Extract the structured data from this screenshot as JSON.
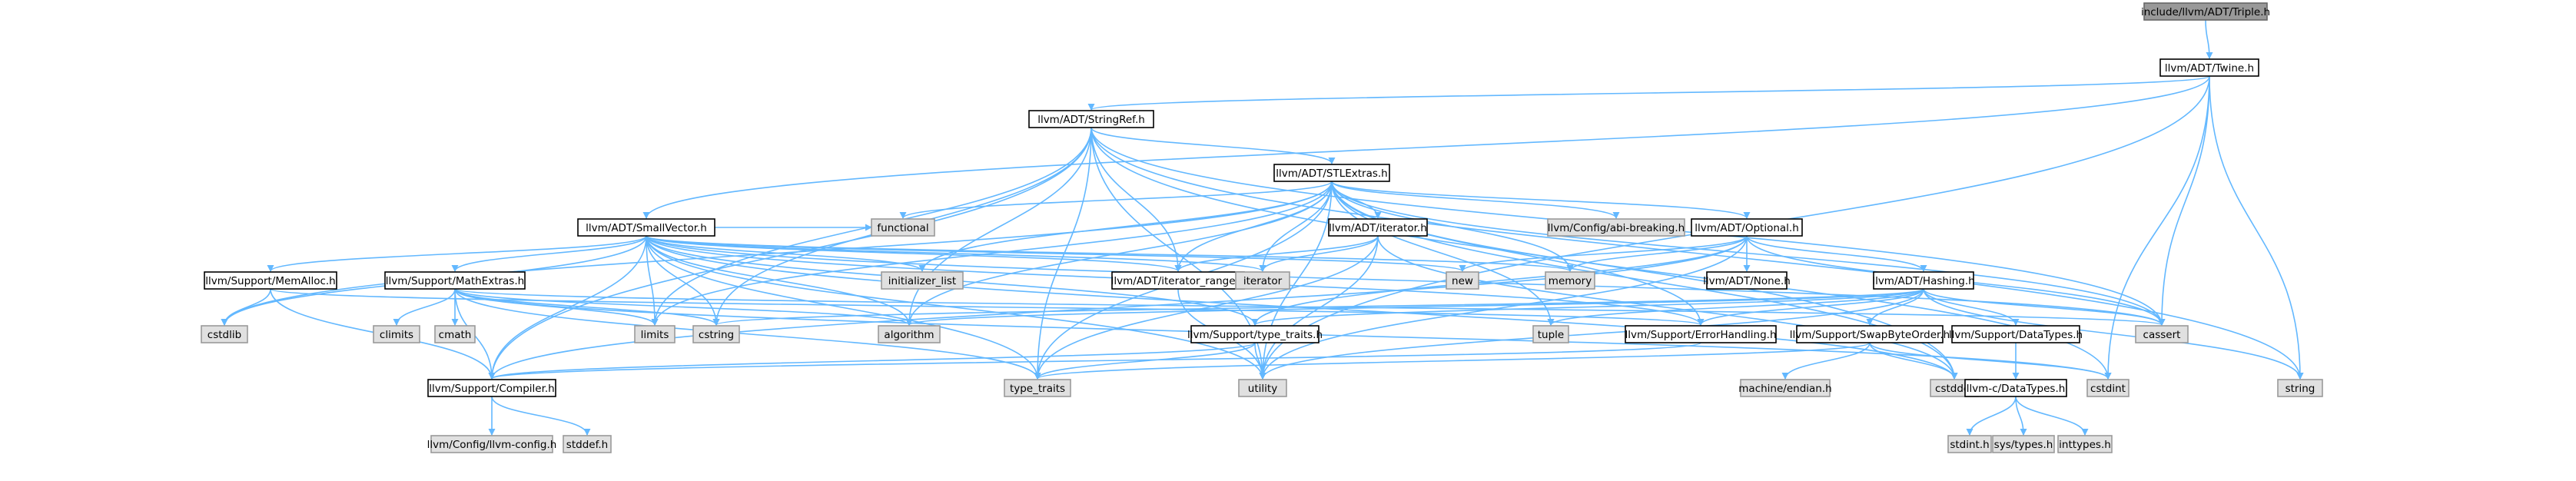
{
  "colors": {
    "edge": "#63b8ff",
    "box_stroke": "#000000",
    "box_fill": "#ffffff",
    "system_fill": "#e0e0e0",
    "system_stroke": "#999999",
    "root_fill": "#999999",
    "root_stroke": "#666666"
  },
  "nodes": [
    {
      "id": "triple",
      "label": "include/llvm/ADT/Triple.h",
      "kind": "root"
    },
    {
      "id": "twine",
      "label": "llvm/ADT/Twine.h",
      "kind": "project"
    },
    {
      "id": "stringref",
      "label": "llvm/ADT/StringRef.h",
      "kind": "project"
    },
    {
      "id": "stlextras",
      "label": "llvm/ADT/STLExtras.h",
      "kind": "project"
    },
    {
      "id": "smallvector",
      "label": "llvm/ADT/SmallVector.h",
      "kind": "project"
    },
    {
      "id": "iterator",
      "label": "llvm/ADT/iterator.h",
      "kind": "project"
    },
    {
      "id": "optional",
      "label": "llvm/ADT/Optional.h",
      "kind": "project"
    },
    {
      "id": "abibreaking",
      "label": "llvm/Config/abi-breaking.h",
      "kind": "system"
    },
    {
      "id": "functional",
      "label": "functional",
      "kind": "system"
    },
    {
      "id": "memalloc",
      "label": "llvm/Support/MemAlloc.h",
      "kind": "project"
    },
    {
      "id": "mathextras",
      "label": "llvm/Support/MathExtras.h",
      "kind": "project"
    },
    {
      "id": "initlist",
      "label": "initializer_list",
      "kind": "system"
    },
    {
      "id": "iterrange",
      "label": "llvm/ADT/iterator_range.h",
      "kind": "project"
    },
    {
      "id": "iteratorsys",
      "label": "iterator",
      "kind": "system"
    },
    {
      "id": "new",
      "label": "new",
      "kind": "system"
    },
    {
      "id": "memory",
      "label": "memory",
      "kind": "system"
    },
    {
      "id": "noneh",
      "label": "llvm/ADT/None.h",
      "kind": "project"
    },
    {
      "id": "hashing",
      "label": "llvm/ADT/Hashing.h",
      "kind": "project"
    },
    {
      "id": "cstdlib",
      "label": "cstdlib",
      "kind": "system"
    },
    {
      "id": "climits",
      "label": "climits",
      "kind": "system"
    },
    {
      "id": "cmath",
      "label": "cmath",
      "kind": "system"
    },
    {
      "id": "limits",
      "label": "limits",
      "kind": "system"
    },
    {
      "id": "cstring",
      "label": "cstring",
      "kind": "system"
    },
    {
      "id": "algorithm",
      "label": "algorithm",
      "kind": "system"
    },
    {
      "id": "typetraits",
      "label": "llvm/Support/type_traits.h",
      "kind": "project"
    },
    {
      "id": "tuple",
      "label": "tuple",
      "kind": "system"
    },
    {
      "id": "errorhandling",
      "label": "llvm/Support/ErrorHandling.h",
      "kind": "project"
    },
    {
      "id": "swapbyteorder",
      "label": "llvm/Support/SwapByteOrder.h",
      "kind": "project"
    },
    {
      "id": "datatypes",
      "label": "llvm/Support/DataTypes.h",
      "kind": "project"
    },
    {
      "id": "cassert",
      "label": "cassert",
      "kind": "system"
    },
    {
      "id": "compiler",
      "label": "llvm/Support/Compiler.h",
      "kind": "project"
    },
    {
      "id": "typetraitssys",
      "label": "type_traits",
      "kind": "system"
    },
    {
      "id": "utility",
      "label": "utility",
      "kind": "system"
    },
    {
      "id": "machineendian",
      "label": "machine/endian.h",
      "kind": "system"
    },
    {
      "id": "cstddef",
      "label": "cstddef",
      "kind": "system"
    },
    {
      "id": "cstdint",
      "label": "cstdint",
      "kind": "system"
    },
    {
      "id": "cdatatypes",
      "label": "llvm-c/DataTypes.h",
      "kind": "project"
    },
    {
      "id": "string",
      "label": "string",
      "kind": "system"
    },
    {
      "id": "llvmconfig",
      "label": "llvm/Config/llvm-config.h",
      "kind": "system"
    },
    {
      "id": "stddef",
      "label": "stddef.h",
      "kind": "system"
    },
    {
      "id": "stdint",
      "label": "stdint.h",
      "kind": "system"
    },
    {
      "id": "systypes",
      "label": "sys/types.h",
      "kind": "system"
    },
    {
      "id": "inttypes",
      "label": "inttypes.h",
      "kind": "system"
    }
  ],
  "edges": [
    [
      "triple",
      "twine"
    ],
    [
      "twine",
      "stringref"
    ],
    [
      "twine",
      "smallvector"
    ],
    [
      "twine",
      "cassert"
    ],
    [
      "twine",
      "cstdint"
    ],
    [
      "twine",
      "string"
    ],
    [
      "twine",
      "utility"
    ],
    [
      "stringref",
      "stlextras"
    ],
    [
      "stringref",
      "iterrange"
    ],
    [
      "stringref",
      "compiler"
    ],
    [
      "stringref",
      "algorithm"
    ],
    [
      "stringref",
      "cassert"
    ],
    [
      "stringref",
      "cstddef"
    ],
    [
      "stringref",
      "cstring"
    ],
    [
      "stringref",
      "limits"
    ],
    [
      "stringref",
      "string"
    ],
    [
      "stringref",
      "typetraitssys"
    ],
    [
      "stringref",
      "utility"
    ],
    [
      "stlextras",
      "optional"
    ],
    [
      "stlextras",
      "iterator"
    ],
    [
      "stlextras",
      "iterrange"
    ],
    [
      "stlextras",
      "abibreaking"
    ],
    [
      "stlextras",
      "errorhandling"
    ],
    [
      "stlextras",
      "algorithm"
    ],
    [
      "stlextras",
      "cassert"
    ],
    [
      "stlextras",
      "cstddef"
    ],
    [
      "stlextras",
      "cstdint"
    ],
    [
      "stlextras",
      "cstdlib"
    ],
    [
      "stlextras",
      "functional"
    ],
    [
      "stlextras",
      "initlist"
    ],
    [
      "stlextras",
      "iteratorsys"
    ],
    [
      "stlextras",
      "limits"
    ],
    [
      "stlextras",
      "memory"
    ],
    [
      "stlextras",
      "tuple"
    ],
    [
      "stlextras",
      "typetraitssys"
    ],
    [
      "stlextras",
      "utility"
    ],
    [
      "smallvector",
      "iterrange"
    ],
    [
      "smallvector",
      "compiler"
    ],
    [
      "smallvector",
      "errorhandling"
    ],
    [
      "smallvector",
      "mathextras"
    ],
    [
      "smallvector",
      "memalloc"
    ],
    [
      "smallvector",
      "typetraits"
    ],
    [
      "smallvector",
      "algorithm"
    ],
    [
      "smallvector",
      "cassert"
    ],
    [
      "smallvector",
      "cstddef"
    ],
    [
      "smallvector",
      "cstdlib"
    ],
    [
      "smallvector",
      "cstring"
    ],
    [
      "smallvector",
      "functional"
    ],
    [
      "smallvector",
      "initlist"
    ],
    [
      "smallvector",
      "iteratorsys"
    ],
    [
      "smallvector",
      "limits"
    ],
    [
      "smallvector",
      "memory"
    ],
    [
      "smallvector",
      "new"
    ],
    [
      "smallvector",
      "typetraitssys"
    ],
    [
      "smallvector",
      "utility"
    ],
    [
      "iterator",
      "iterrange"
    ],
    [
      "iterator",
      "iteratorsys"
    ],
    [
      "iterator",
      "cstddef"
    ],
    [
      "iterator",
      "typetraitssys"
    ],
    [
      "iterator",
      "utility"
    ],
    [
      "optional",
      "hashing"
    ],
    [
      "optional",
      "noneh"
    ],
    [
      "optional",
      "compiler"
    ],
    [
      "optional",
      "typetraits"
    ],
    [
      "optional",
      "cassert"
    ],
    [
      "optional",
      "memory"
    ],
    [
      "optional",
      "new"
    ],
    [
      "optional",
      "utility"
    ],
    [
      "memalloc",
      "compiler"
    ],
    [
      "memalloc",
      "errorhandling"
    ],
    [
      "memalloc",
      "cstdlib"
    ],
    [
      "mathextras",
      "compiler"
    ],
    [
      "mathextras",
      "algorithm"
    ],
    [
      "mathextras",
      "cassert"
    ],
    [
      "mathextras",
      "climits"
    ],
    [
      "mathextras",
      "cmath"
    ],
    [
      "mathextras",
      "cstdint"
    ],
    [
      "mathextras",
      "cstring"
    ],
    [
      "mathextras",
      "limits"
    ],
    [
      "mathextras",
      "typetraitssys"
    ],
    [
      "iterrange",
      "utility"
    ],
    [
      "hashing",
      "errorhandling"
    ],
    [
      "hashing",
      "swapbyteorder"
    ],
    [
      "hashing",
      "datatypes"
    ],
    [
      "hashing",
      "typetraits"
    ],
    [
      "hashing",
      "algorithm"
    ],
    [
      "hashing",
      "cassert"
    ],
    [
      "hashing",
      "cstring"
    ],
    [
      "hashing",
      "string"
    ],
    [
      "hashing",
      "tuple"
    ],
    [
      "hashing",
      "utility"
    ],
    [
      "typetraits",
      "compiler"
    ],
    [
      "typetraits",
      "typetraitssys"
    ],
    [
      "typetraits",
      "utility"
    ],
    [
      "errorhandling",
      "compiler"
    ],
    [
      "swapbyteorder",
      "cstddef"
    ],
    [
      "swapbyteorder",
      "cstdint"
    ],
    [
      "swapbyteorder",
      "typetraitssys"
    ],
    [
      "swapbyteorder",
      "machineendian"
    ],
    [
      "datatypes",
      "cdatatypes"
    ],
    [
      "compiler",
      "llvmconfig"
    ],
    [
      "compiler",
      "stddef"
    ],
    [
      "cdatatypes",
      "stdint"
    ],
    [
      "cdatatypes",
      "systypes"
    ],
    [
      "cdatatypes",
      "inttypes"
    ]
  ]
}
